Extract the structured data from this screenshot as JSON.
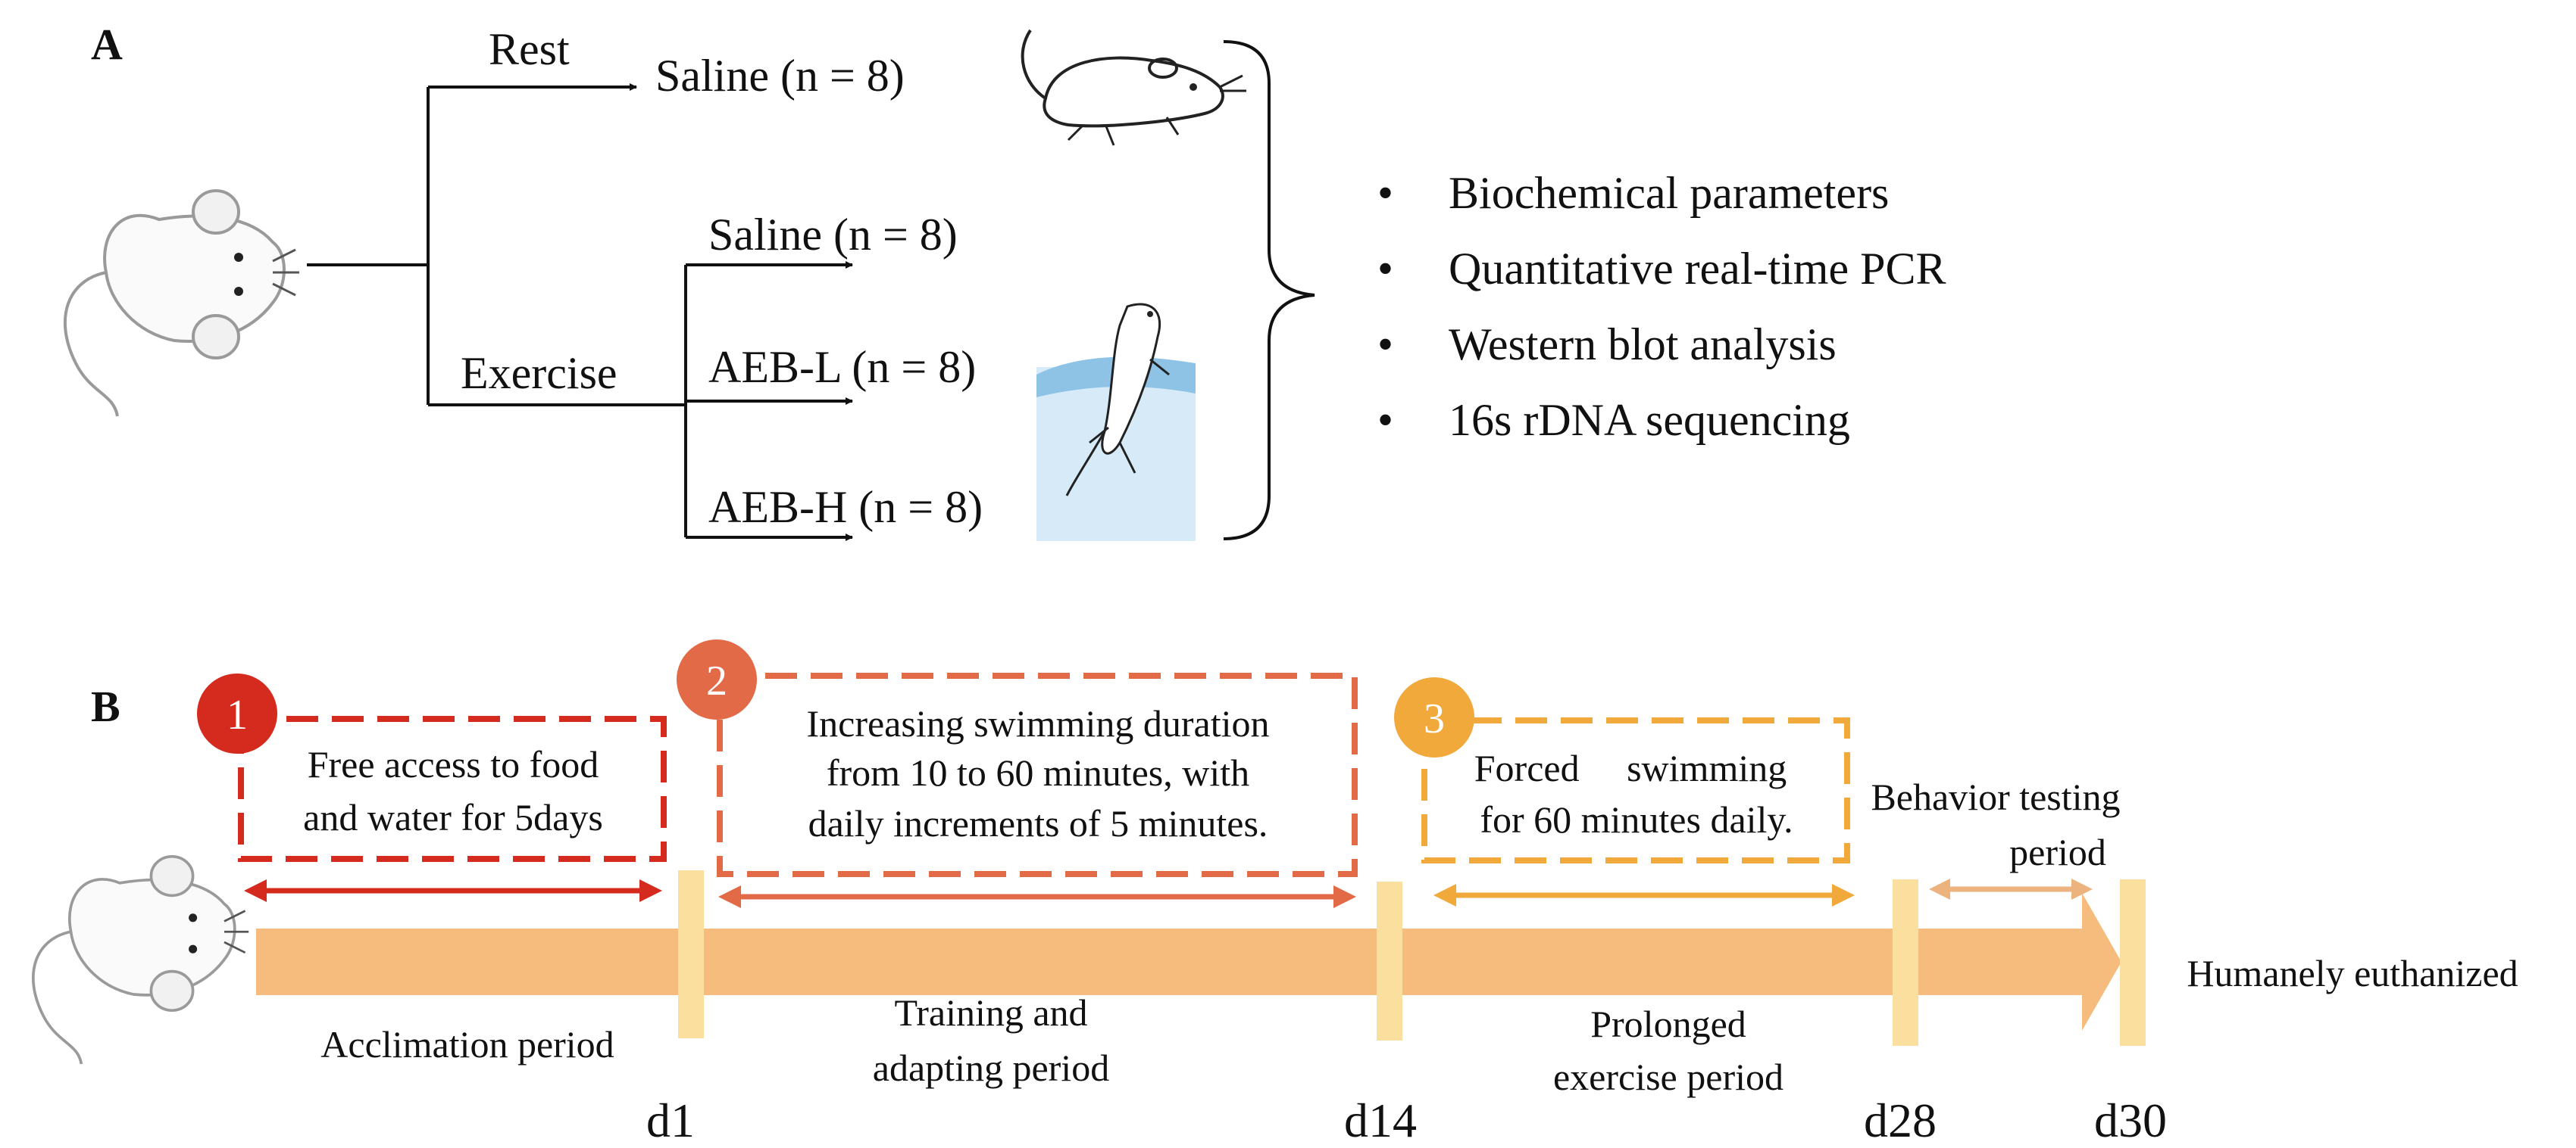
{
  "panel_a": {
    "label": "A",
    "branches": {
      "rest": "Rest",
      "exercise": "Exercise"
    },
    "groups": {
      "rest_saline": "Saline (n = 8)",
      "ex_saline": "Saline (n = 8)",
      "ex_aeb_l": "AEB-L (n = 8)",
      "ex_aeb_h": "AEB-H (n = 8)"
    },
    "analyses": [
      "Biochemical parameters",
      "Quantitative real-time PCR",
      "Western blot analysis",
      "16s rDNA sequencing"
    ],
    "bullet": "•",
    "icons": [
      "mouse-top-icon",
      "mouse-side-icon",
      "swimming-rat-icon"
    ]
  },
  "panel_b": {
    "label": "B",
    "steps": [
      {
        "number": "1",
        "color": "#d42b1e",
        "lines": [
          "Free access to food",
          "and water for 5days"
        ]
      },
      {
        "number": "2",
        "color": "#e36a47",
        "lines": [
          "Increasing swimming duration",
          "from 10 to 60 minutes, with",
          "daily increments of 5 minutes."
        ]
      },
      {
        "number": "3",
        "color": "#f2a93b",
        "lines": [
          "Forced     swimming",
          "for 60 minutes daily."
        ]
      }
    ],
    "behavior_label": [
      "Behavior testing",
      "period"
    ],
    "behavior_color": "#edb37e",
    "periods": {
      "acclimation": [
        "Acclimation period"
      ],
      "training": [
        "Training and",
        "adapting period"
      ],
      "prolonged": [
        "Prolonged",
        "exercise period"
      ],
      "end": [
        "Humanely euthanized"
      ]
    },
    "days": [
      "d1",
      "d14",
      "d28",
      "d30"
    ],
    "timeline_color": "#f5bc7e",
    "marker_color": "#fbdf9e"
  }
}
